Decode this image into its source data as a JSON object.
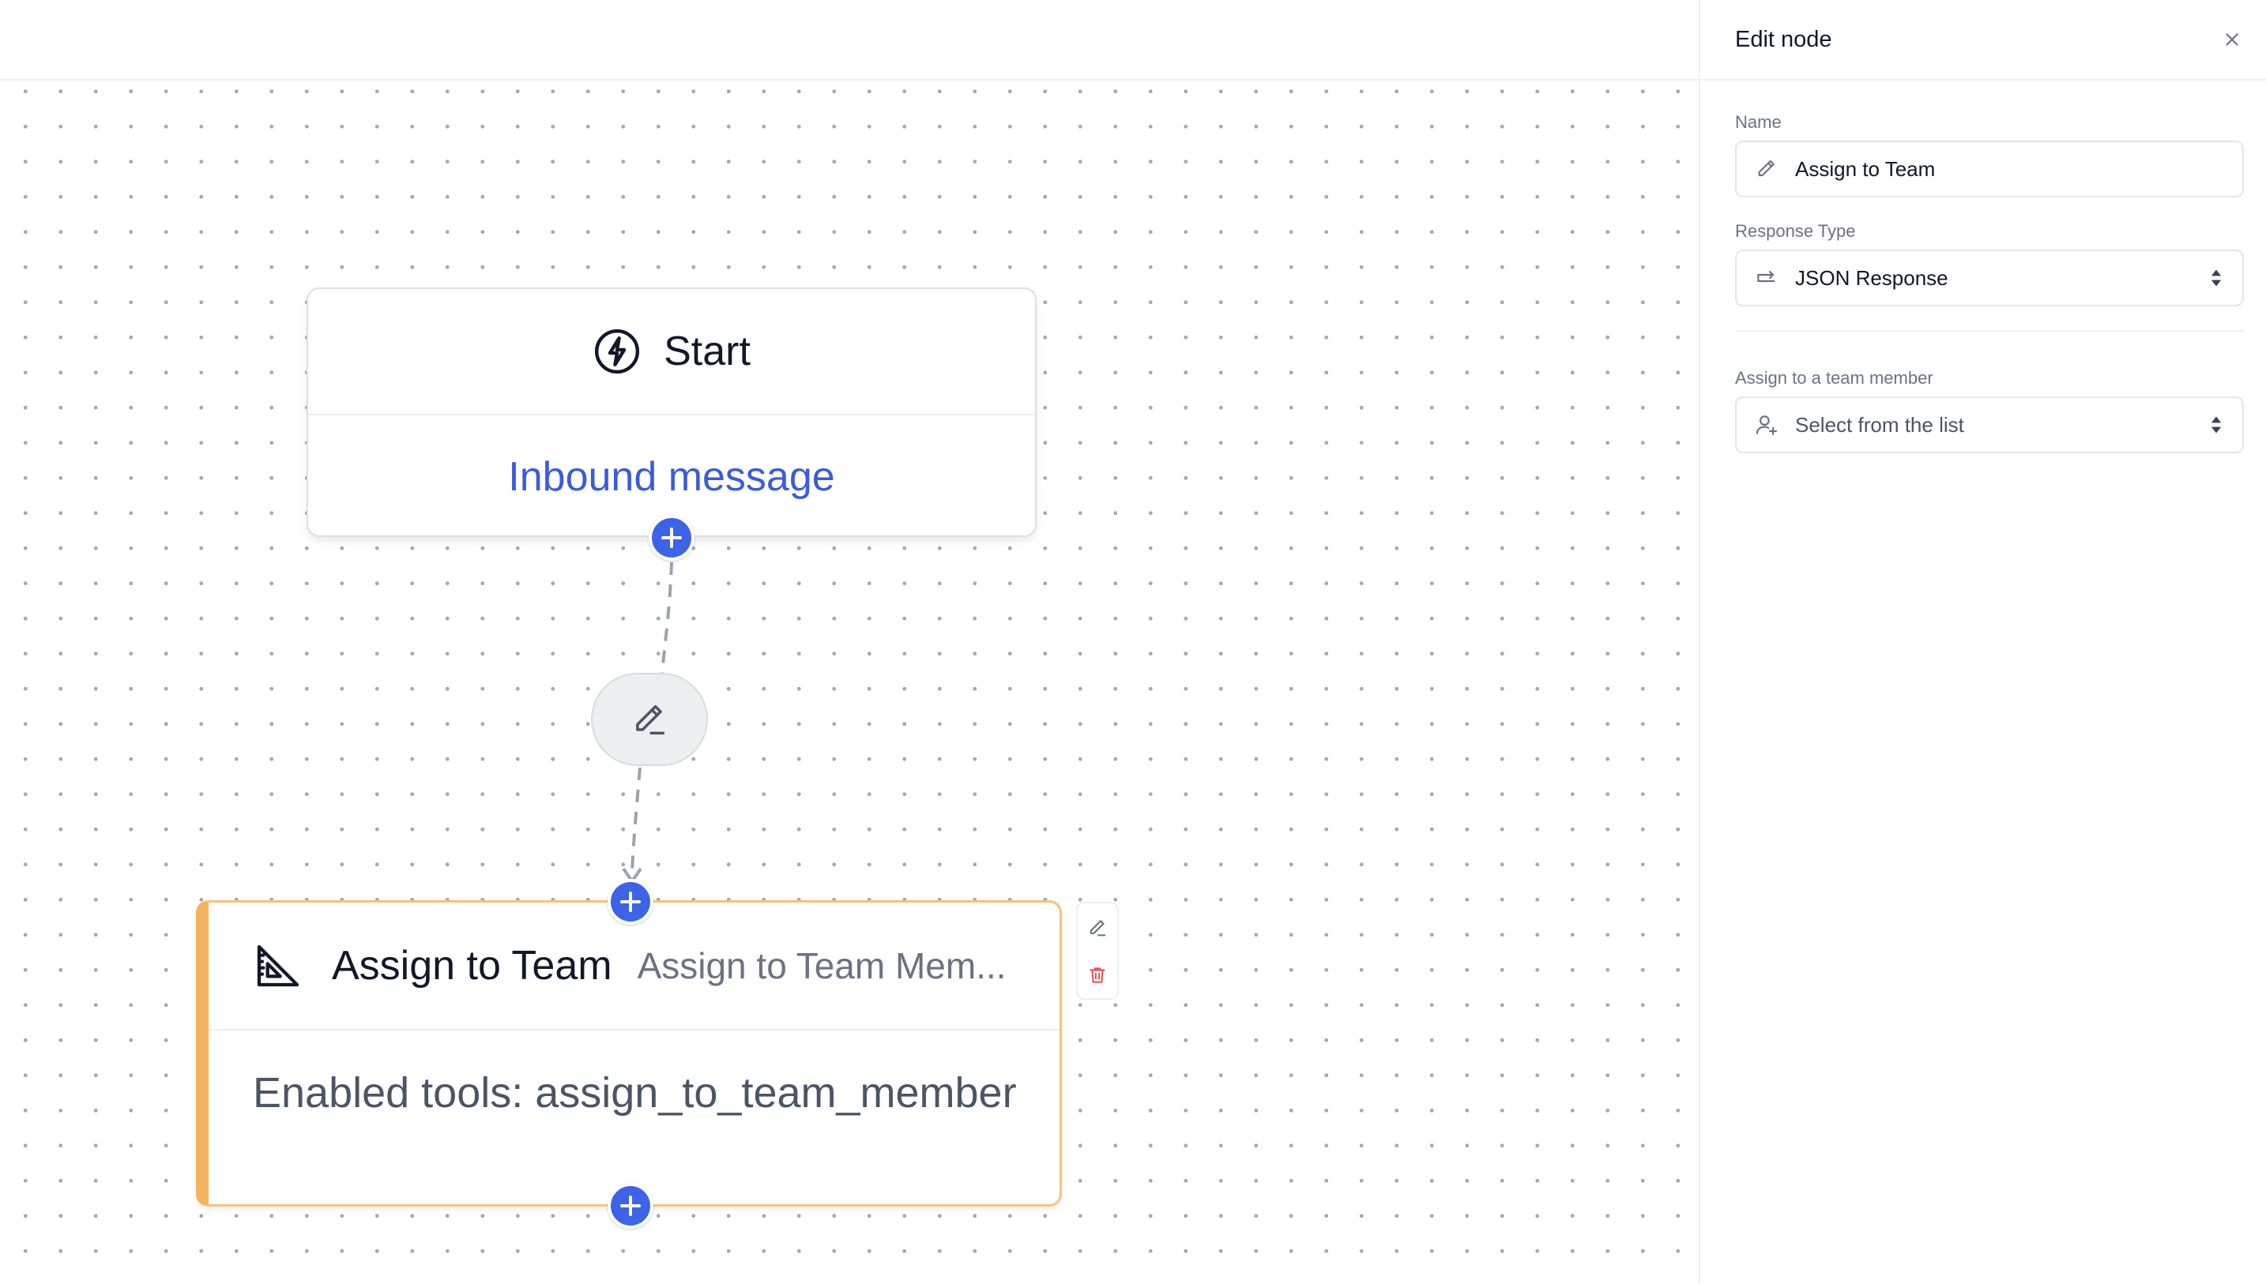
{
  "canvas": {
    "start_node": {
      "title": "Start",
      "subtitle": "Inbound message"
    },
    "connector": {
      "icon": "pencil-line-icon"
    },
    "assign_node": {
      "title": "Assign to Team",
      "description": "Assign to Team Mem...",
      "body": "Enabled tools: assign_to_team_member"
    },
    "colors": {
      "accent": "#3d63e6",
      "link": "#3b5bdb",
      "selected_border": "#f4b35c",
      "delete": "#e5484d"
    }
  },
  "panel": {
    "title": "Edit node",
    "name_label": "Name",
    "name_value": "Assign to Team",
    "response_type_label": "Response Type",
    "response_type_value": "JSON Response",
    "assign_label": "Assign to a team member",
    "assign_placeholder": "Select from the list"
  }
}
